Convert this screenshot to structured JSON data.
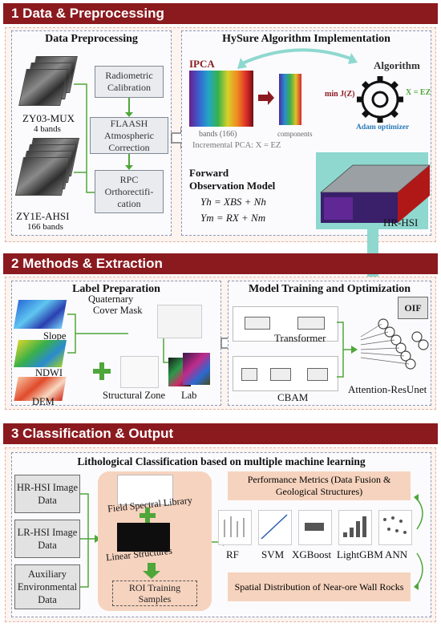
{
  "section1": {
    "banner": "1  Data & Preprocessing",
    "preprocessing": {
      "title": "Data Preprocessing",
      "mux_label": "ZY03-MUX",
      "mux_bands": "4 bands",
      "ahsi_label": "ZY1E-AHSI",
      "ahsi_bands": "166 bands",
      "steps": [
        "Radiometric Calibration",
        "FLAASH Atmospheric Correction",
        "RPC Orthorectifi-cation"
      ]
    },
    "hysure": {
      "title": "HySure Algorithm Implementation",
      "ipca_label": "IPCA",
      "bands_label": "bands (166)",
      "components_label": "components",
      "incremental_label": "Incremental PCA: X = EZ",
      "algorithm_label": "Algorithm",
      "minj_label": "min J(Z)",
      "xez_label": "X = EZ",
      "adam_label": "Adam optimizer",
      "forward_title_1": "Forward",
      "forward_title_2": "Observation Model",
      "eq1": "Yh = XBS + Nh",
      "eq2": "Ym = RX + Nm",
      "hrhsi_label": "HR-HSI"
    }
  },
  "section2": {
    "banner": "2  Methods & Extraction",
    "label_prep": {
      "title": "Label Preparation",
      "slope": "Slope",
      "ndwi": "NDWI",
      "dem": "DEM",
      "mask_1": "Quaternary",
      "mask_2": "Cover Mask",
      "structural": "Structural Zone",
      "lab": "Lab"
    },
    "model": {
      "title": "Model Training and Optimization",
      "oif": "OIF",
      "transformer": "Transformer",
      "cbam": "CBAM",
      "attention": "Attention-ResUnet"
    }
  },
  "section3": {
    "banner": "3  Classification & Output",
    "title": "Lithological Classification based on multiple machine learning",
    "inputs": [
      "HR-HSI Image Data",
      "LR-HSI Image Data",
      "Auxiliary Environmental Data"
    ],
    "field_library": "Field Spectral Library",
    "linear_structures": "Linear Structures",
    "roi": "ROI Training Samples",
    "metrics": "Performance Metrics  (Data Fusion & Geological Structures)",
    "models": [
      "RF",
      "SVM",
      "XGBoost",
      "LightGBM",
      "ANN"
    ],
    "spatial": "Spatial Distribution of Near-ore Wall Rocks"
  },
  "colors": {
    "banner": "#8b1a1f",
    "arrow_green": "#4fa63a",
    "teal": "#8ed8cf",
    "salmon": "#f6d3be",
    "dark_red_arrow": "#8b1a1f"
  }
}
